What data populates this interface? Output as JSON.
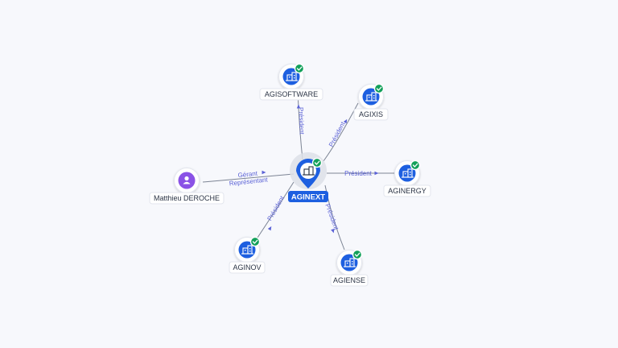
{
  "colors": {
    "company": "#1d5fe0",
    "person": "#8a52e6",
    "verified": "#12a05a",
    "link": "#5b62d6"
  },
  "center": {
    "name": "AGINEXT",
    "icon": "building-icon",
    "verified": true
  },
  "nodes": [
    {
      "id": "agisoftware",
      "name": "AGISOFTWARE",
      "type": "company",
      "icon": "building-icon",
      "verified": true
    },
    {
      "id": "agixis",
      "name": "AGIXIS",
      "type": "company",
      "icon": "building-icon",
      "verified": true
    },
    {
      "id": "aginergy",
      "name": "AGINERGY",
      "type": "company",
      "icon": "building-icon",
      "verified": true
    },
    {
      "id": "agiense",
      "name": "AGIENSE",
      "type": "company",
      "icon": "building-icon",
      "verified": true
    },
    {
      "id": "aginov",
      "name": "AGINOV",
      "type": "company",
      "icon": "building-icon",
      "verified": true
    },
    {
      "id": "matthieu",
      "name": "Matthieu DEROCHE",
      "type": "person",
      "icon": "person-icon",
      "verified": false
    }
  ],
  "edges": [
    {
      "node": "agisoftware",
      "labels": [
        "Président"
      ]
    },
    {
      "node": "agixis",
      "labels": [
        "Président"
      ]
    },
    {
      "node": "aginergy",
      "labels": [
        "Président"
      ]
    },
    {
      "node": "agiense",
      "labels": [
        "Président"
      ]
    },
    {
      "node": "aginov",
      "labels": [
        "Président"
      ]
    },
    {
      "node": "matthieu",
      "labels": [
        "Gérant",
        "Représentant"
      ]
    }
  ]
}
